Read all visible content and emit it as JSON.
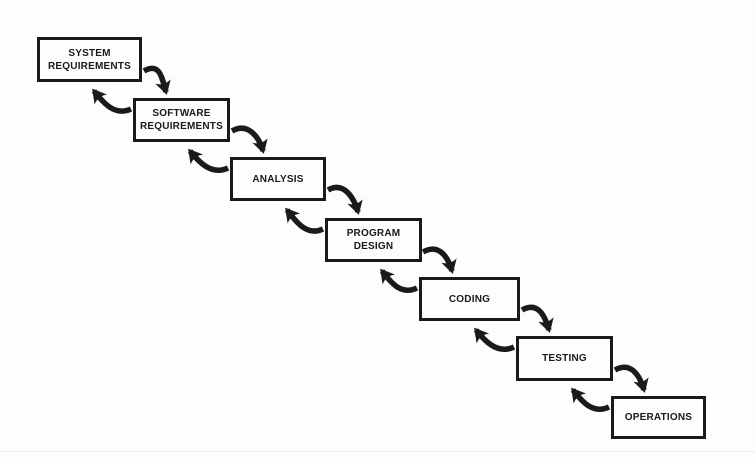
{
  "diagram": {
    "colors": {
      "ink": "#1a1a1a",
      "paper": "#fdfdfd"
    },
    "boxes": [
      {
        "id": "system-requirements",
        "label": "SYSTEM\nREQUIREMENTS"
      },
      {
        "id": "software-requirements",
        "label": "SOFTWARE\nREQUIREMENTS"
      },
      {
        "id": "analysis",
        "label": "ANALYSIS"
      },
      {
        "id": "program-design",
        "label": "PROGRAM\nDESIGN"
      },
      {
        "id": "coding",
        "label": "CODING"
      },
      {
        "id": "testing",
        "label": "TESTING"
      },
      {
        "id": "operations",
        "label": "OPERATIONS"
      }
    ],
    "arrows": [
      {
        "type": "forward",
        "from": "system-requirements",
        "to": "software-requirements"
      },
      {
        "type": "feedback",
        "from": "software-requirements",
        "to": "system-requirements"
      },
      {
        "type": "forward",
        "from": "software-requirements",
        "to": "analysis"
      },
      {
        "type": "feedback",
        "from": "analysis",
        "to": "software-requirements"
      },
      {
        "type": "forward",
        "from": "analysis",
        "to": "program-design"
      },
      {
        "type": "feedback",
        "from": "program-design",
        "to": "analysis"
      },
      {
        "type": "forward",
        "from": "program-design",
        "to": "coding"
      },
      {
        "type": "feedback",
        "from": "coding",
        "to": "program-design"
      },
      {
        "type": "forward",
        "from": "coding",
        "to": "testing"
      },
      {
        "type": "feedback",
        "from": "testing",
        "to": "coding"
      },
      {
        "type": "forward",
        "from": "testing",
        "to": "operations"
      },
      {
        "type": "feedback",
        "from": "operations",
        "to": "testing"
      }
    ]
  }
}
